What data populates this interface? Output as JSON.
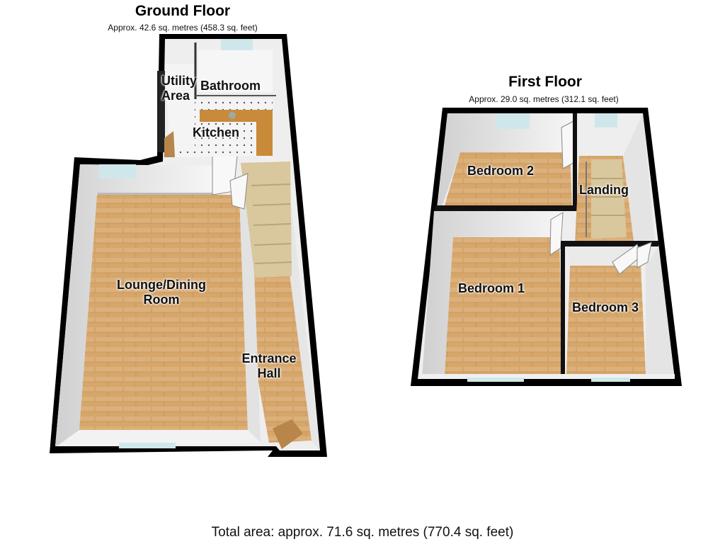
{
  "colors": {
    "floor": "#d9aa6c",
    "wall": "#eeeeee",
    "outline": "#000000",
    "window": "#cfe7ea"
  },
  "ground_floor": {
    "title": "Ground Floor",
    "area": "Approx. 42.6 sq. metres (458.3 sq. feet)",
    "rooms": {
      "utility": [
        "Utility",
        "Area"
      ],
      "bathroom": "Bathroom",
      "kitchen": "Kitchen",
      "lounge": [
        "Lounge/Dining",
        "Room"
      ],
      "entrance": [
        "Entrance",
        "Hall"
      ]
    }
  },
  "first_floor": {
    "title": "First Floor",
    "area": "Approx. 29.0 sq. metres (312.1 sq. feet)",
    "rooms": {
      "bedroom2": "Bedroom 2",
      "landing": "Landing",
      "bedroom1": "Bedroom 1",
      "bedroom3": "Bedroom 3"
    }
  },
  "total_area": "Total area: approx. 71.6 sq. metres (770.4 sq. feet)"
}
